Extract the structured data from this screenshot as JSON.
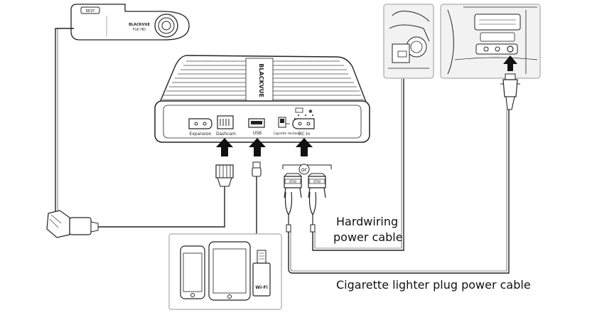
{
  "dashcam": {
    "brand": "BLACKVUE",
    "model": "Full HD",
    "button": "REST"
  },
  "battery": {
    "brand": "BLACKVUE",
    "ports": {
      "expansion": "Expansion",
      "dashcam": "Dashcam",
      "usb": "USB",
      "cigarette": "Cigarette",
      "hardwire": "Hardwire",
      "dc_in": "DC In"
    }
  },
  "connectors": {
    "or_label": "or",
    "xt60_left": "XT60",
    "xt60_right": "XT60"
  },
  "devices": {
    "wifi_label": "Wi-Fi"
  },
  "labels": {
    "hardwiring_line1": "Hardwiring",
    "hardwiring_line2": "power cable",
    "cigarette_cable": "Cigarette lighter plug power cable"
  },
  "colors": {
    "line": "#222222",
    "panel_fill": "#f2f2f2",
    "frame_border": "#b9b9b9"
  }
}
